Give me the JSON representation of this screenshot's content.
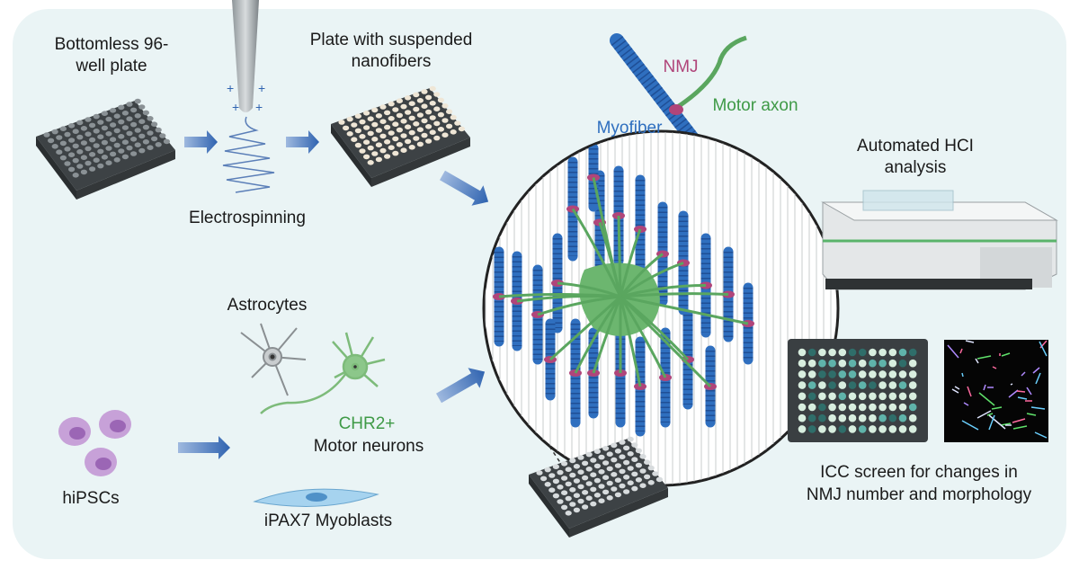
{
  "labels": {
    "plate1_line1": "Bottomless 96-",
    "plate1_line2": "well plate",
    "electrospinning": "Electrospinning",
    "plate2_line1": "Plate with suspended",
    "plate2_line2": "nanofibers",
    "nmj": "NMJ",
    "motor_axon": "Motor axon",
    "myofiber": "Myofiber",
    "hci_line1": "Automated HCI",
    "hci_line2": "analysis",
    "astrocytes": "Astrocytes",
    "chr2": "CHR2+",
    "motor_neurons": "Motor neurons",
    "myoblasts": "iPAX7 Myoblasts",
    "hipscs": "hiPSCs",
    "icc_line1": "ICC screen for changes in",
    "icc_line2": "NMJ number and morphology"
  },
  "colors": {
    "panel": "#eaf4f5",
    "arrow": "#2f63b0",
    "myofiber": "#2f6fbf",
    "axon": "#5aa65f",
    "nmj": "#b0457a",
    "plate": "#4a4f52"
  }
}
